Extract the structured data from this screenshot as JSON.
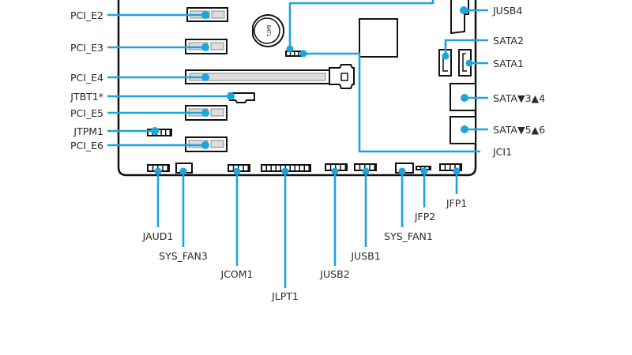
{
  "diagram": {
    "title": "Motherboard connector layout",
    "accent_color": "#1aa6dd",
    "left_labels": [
      {
        "id": "pci_e2",
        "text": "PCI_E2"
      },
      {
        "id": "pci_e3",
        "text": "PCI_E3"
      },
      {
        "id": "pci_e4",
        "text": "PCI_E4"
      },
      {
        "id": "jtbt1",
        "text": "JTBT1*"
      },
      {
        "id": "pci_e5",
        "text": "PCI_E5"
      },
      {
        "id": "jtpm1",
        "text": "JTPM1"
      },
      {
        "id": "pci_e6",
        "text": "PCI_E6"
      }
    ],
    "right_labels": [
      {
        "id": "jusb4",
        "text": "JUSB4"
      },
      {
        "id": "sata2",
        "text": "SATA2"
      },
      {
        "id": "sata1",
        "text": "SATA1"
      },
      {
        "id": "sata34",
        "text": "SATA▼3▲4"
      },
      {
        "id": "sata56",
        "text": "SATA▼5▲6"
      },
      {
        "id": "jci1",
        "text": "JCI1"
      }
    ],
    "bottom_labels": [
      {
        "id": "jaud1",
        "text": "JAUD1"
      },
      {
        "id": "sys_fan3",
        "text": "SYS_FAN3"
      },
      {
        "id": "jcom1",
        "text": "JCOM1"
      },
      {
        "id": "jlpt1",
        "text": "JLPT1"
      },
      {
        "id": "jusb2",
        "text": "JUSB2"
      },
      {
        "id": "jusb1",
        "text": "JUSB1"
      },
      {
        "id": "sys_fan1",
        "text": "SYS_FAN1"
      },
      {
        "id": "jfp2",
        "text": "JFP2"
      },
      {
        "id": "jfp1",
        "text": "JFP1"
      }
    ],
    "battery_label": "BAT1"
  }
}
